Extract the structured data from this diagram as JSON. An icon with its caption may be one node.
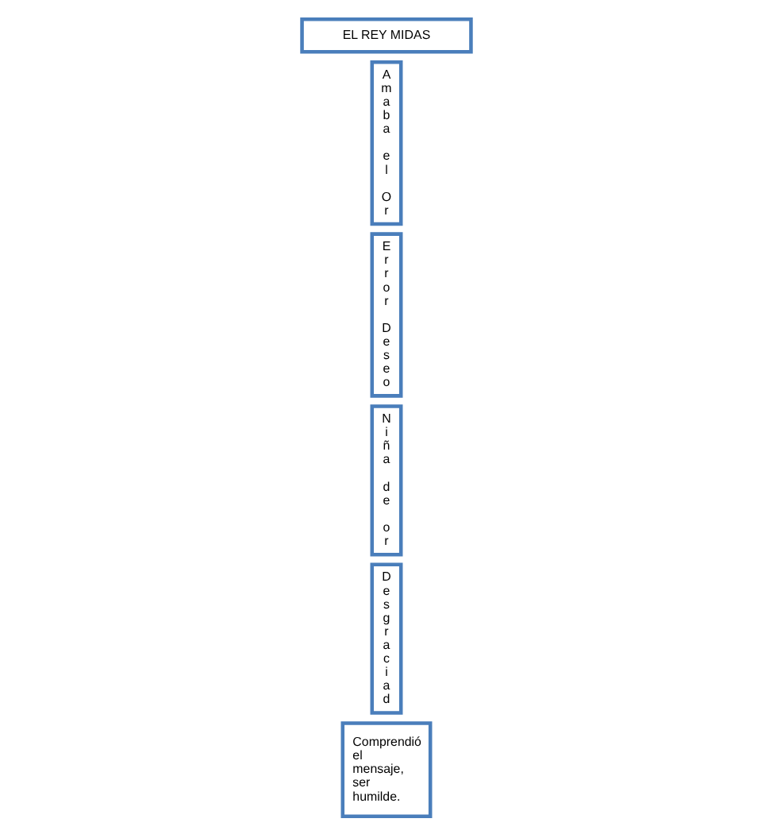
{
  "diagram": {
    "nodes": [
      {
        "text": [
          "Desgraciad"
        ]
      },
      {
        "text": [
          "Niña de or"
        ]
      },
      {
        "text": [
          "Error Deseo"
        ]
      },
      {
        "text": [
          "Amaba el Or"
        ]
      },
      {
        "text": [
          "Comprendió el mensaje, ser humilde."
        ]
      },
      {
        "text": [
          "EL REY MIDAS"
        ]
      }
    ]
  }
}
